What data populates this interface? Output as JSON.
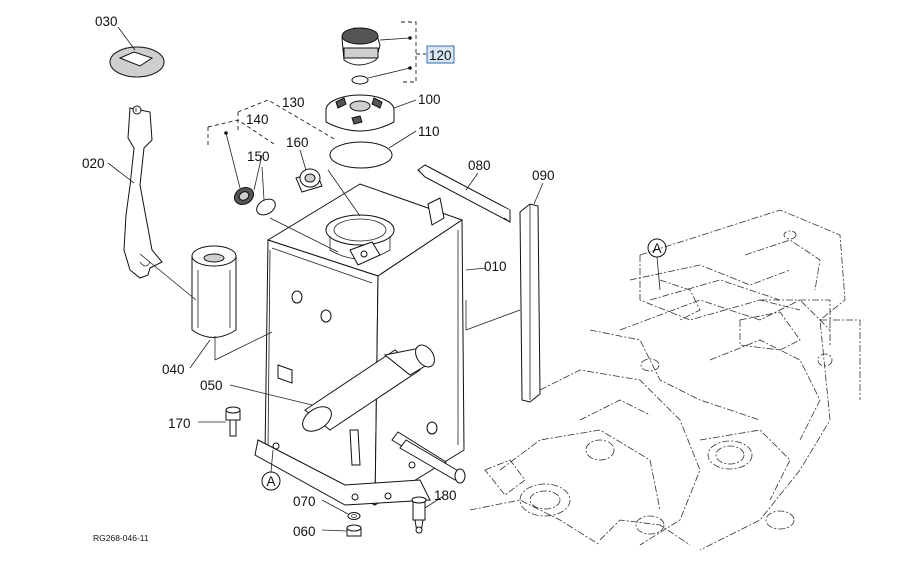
{
  "diagram": {
    "doc_code": "RG268-046-11",
    "callouts": {
      "p010": "010",
      "p020": "020",
      "p030": "030",
      "p040": "040",
      "p050": "050",
      "p060": "060",
      "p070": "070",
      "p080": "080",
      "p090": "090",
      "p100": "100",
      "p110": "110",
      "p120": "120",
      "p130": "130",
      "p140": "140",
      "p150": "150",
      "p160": "160",
      "p170": "170",
      "p180": "180"
    },
    "refs": {
      "tank": "A",
      "frame": "A"
    },
    "highlight_color": "#d8e6f5"
  }
}
